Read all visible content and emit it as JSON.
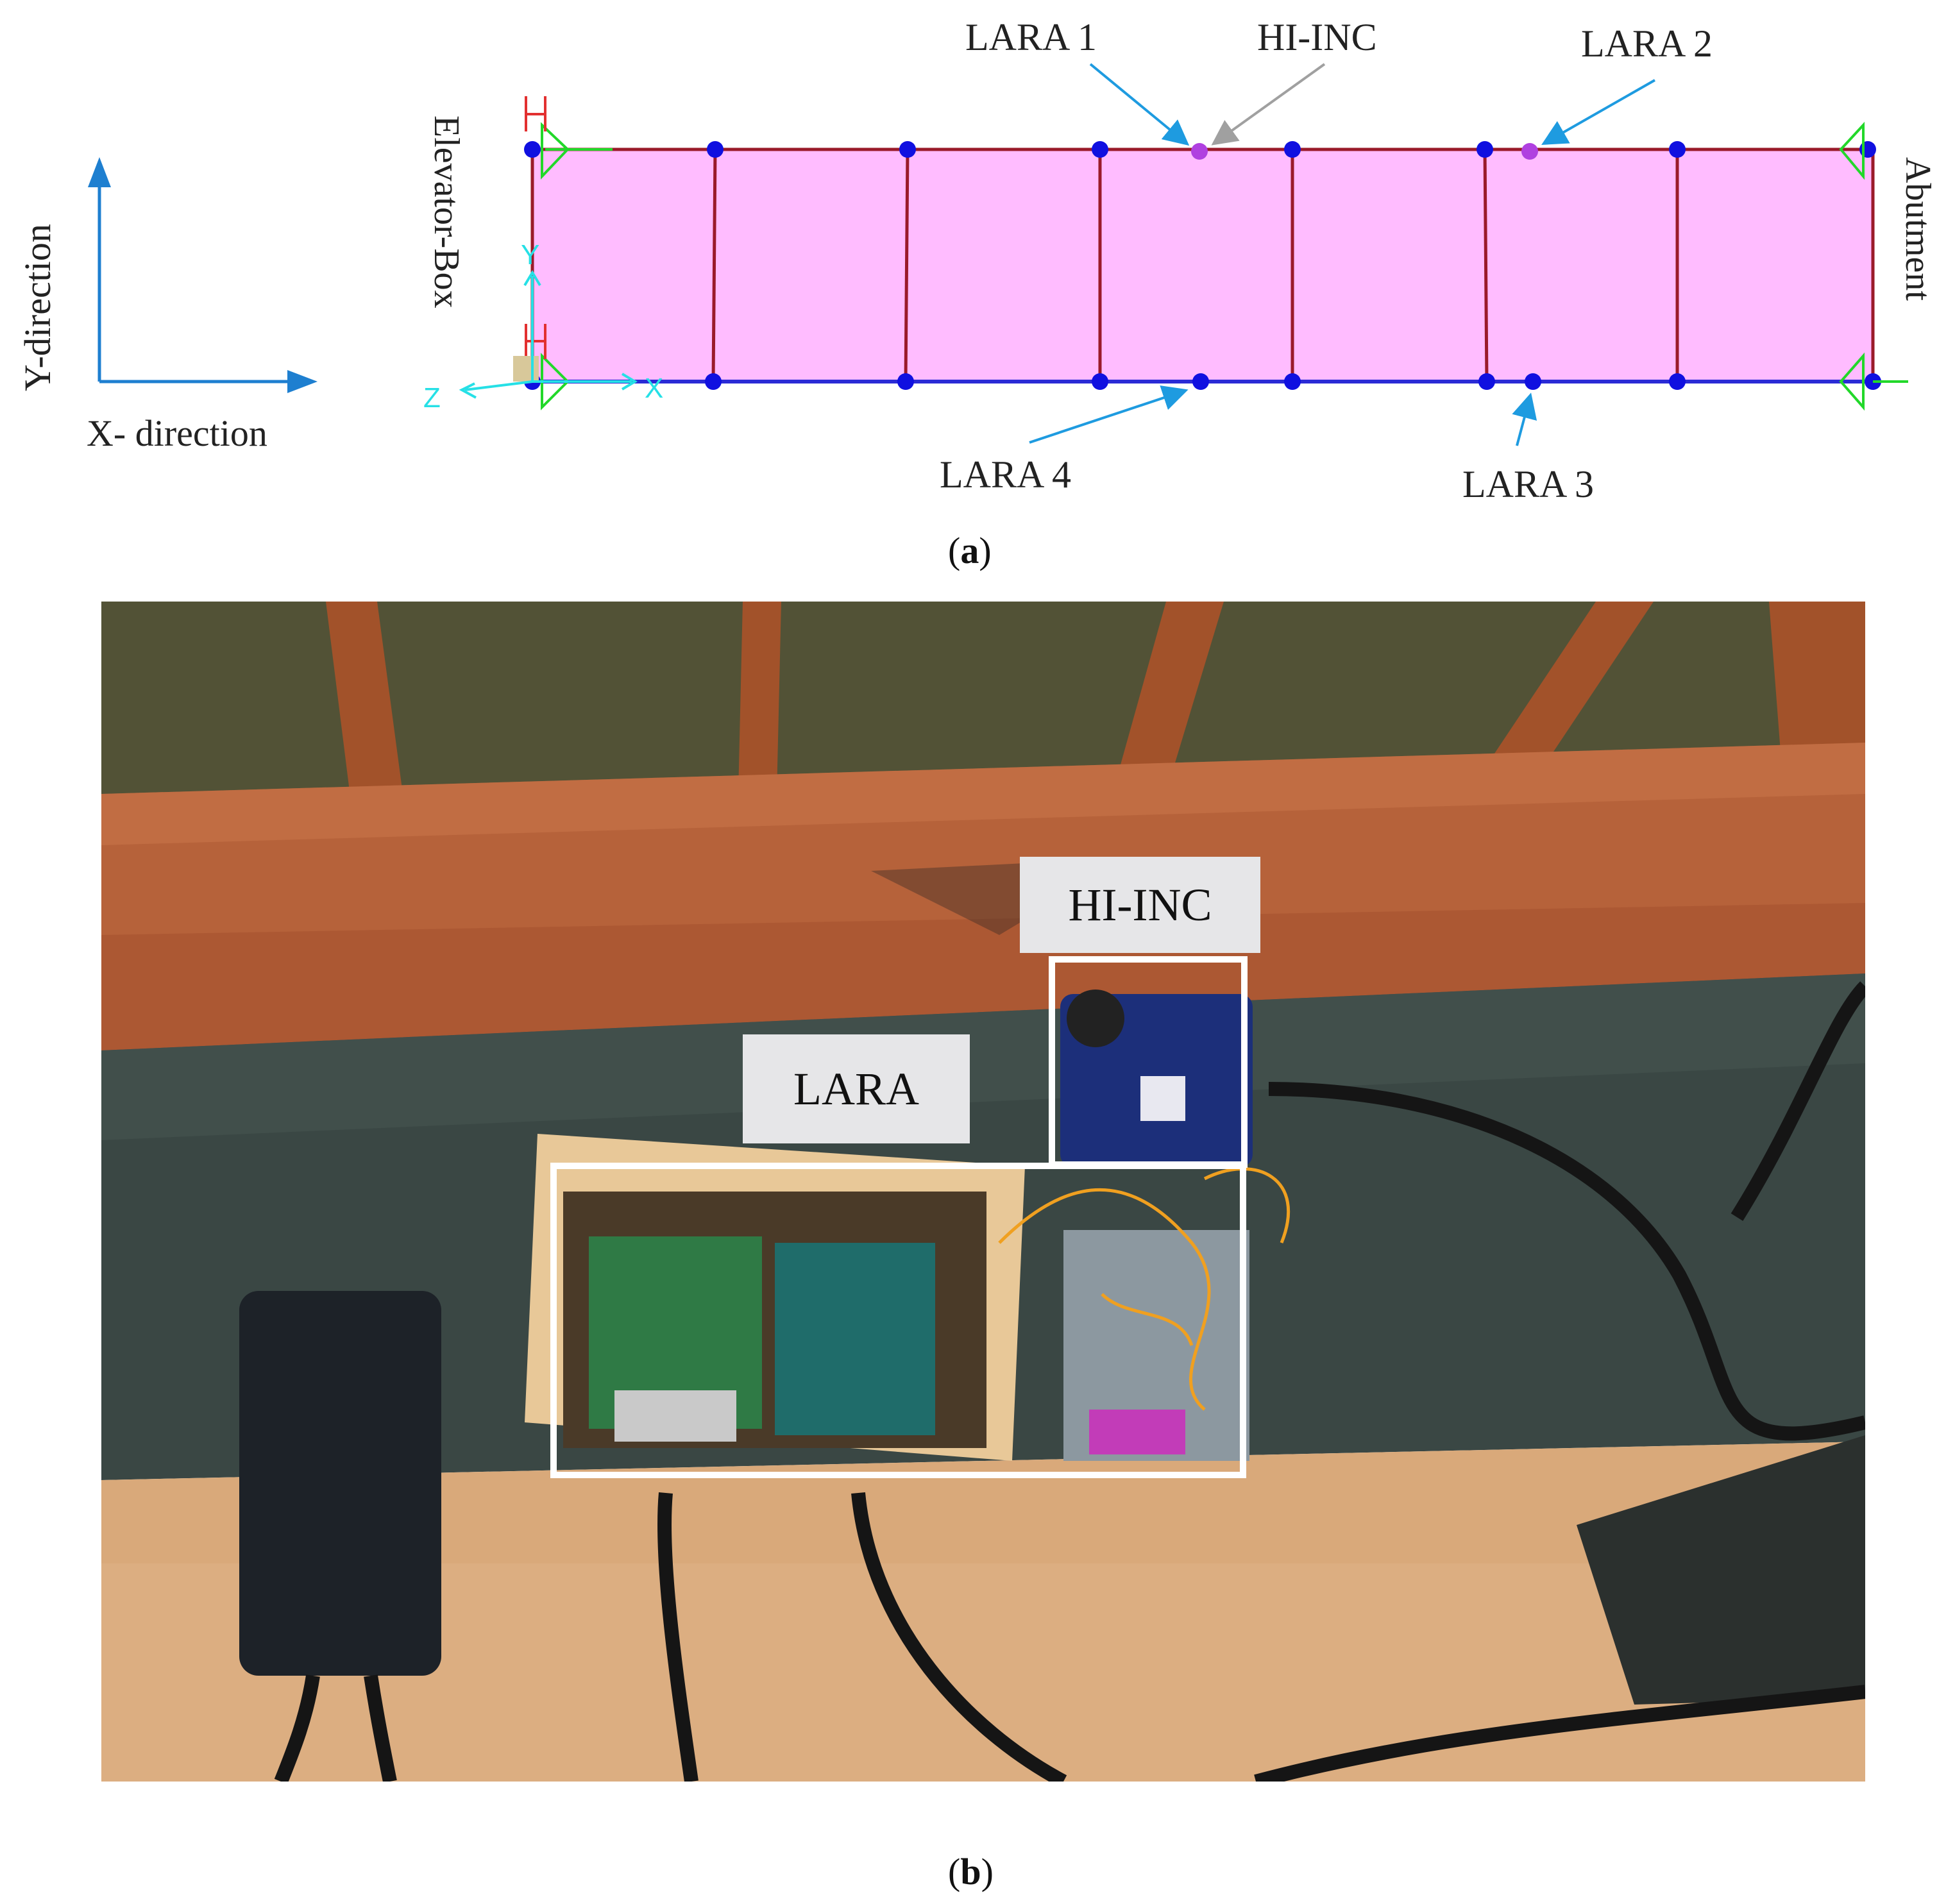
{
  "figure_a": {
    "axes_legend": {
      "y_label": "Y-direction",
      "x_label": "X- direction"
    },
    "left_end_label": "Elevator-Box",
    "right_end_label": "Abutment",
    "sensors": [
      {
        "id": "lara1",
        "label": "LARA 1"
      },
      {
        "id": "hiinc",
        "label": "HI-INC"
      },
      {
        "id": "lara2",
        "label": "LARA 2"
      },
      {
        "id": "lara4",
        "label": "LARA 4"
      },
      {
        "id": "lara3",
        "label": "LARA 3"
      }
    ],
    "axis_triad": {
      "y": "Y",
      "x": "X",
      "z": "Z"
    },
    "caption_letter": "a"
  },
  "figure_b": {
    "labels": {
      "hiinc": "HI-INC",
      "lara": "LARA"
    },
    "caption_letter": "b"
  },
  "colors": {
    "deck_fill": "#ffbcff",
    "deck_edge_top": "#9a1a2a",
    "deck_edge_bottom": "#2b2bd6",
    "node": "#1010e0",
    "arrow_blue": "#1e9be0",
    "arrow_grey": "#a0a0a0",
    "triad": "#26e0e6",
    "support": "#22d82a"
  },
  "icons": [
    "axis-arrow-icon",
    "support-icon",
    "node-icon"
  ]
}
